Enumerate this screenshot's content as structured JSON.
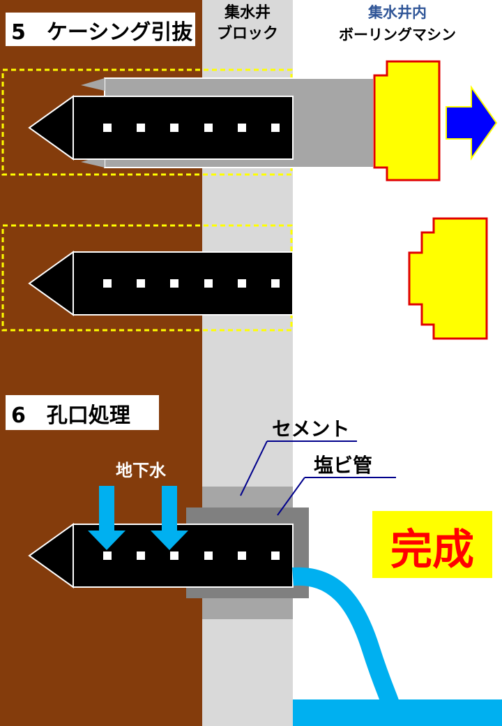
{
  "labels": {
    "step5": "5　ケーシング引抜",
    "block_line1": "集水井",
    "block_line2": "ブロック",
    "machine_line1": "集水井内",
    "machine_line2": "ボーリングマシン",
    "step6": "6　孔口処理",
    "cement": "セメント",
    "pvc": "塩ビ管",
    "groundwater": "地下水",
    "complete": "完成"
  },
  "colors": {
    "soil": "#843C0C",
    "block": "#D9D9D9",
    "casing": "#A6A6A6",
    "pipe": "#000000",
    "machine": "#FFFF00",
    "machine_border": "#E00000",
    "arrow_out": "#0000FF",
    "water": "#00B0F0",
    "cement": "#A6A6A6",
    "pvc": "#808080",
    "callout_line": "#00008B",
    "complete_text": "#FF0000",
    "complete_bg": "#FFFF00",
    "machine_title": "#2F5597"
  }
}
